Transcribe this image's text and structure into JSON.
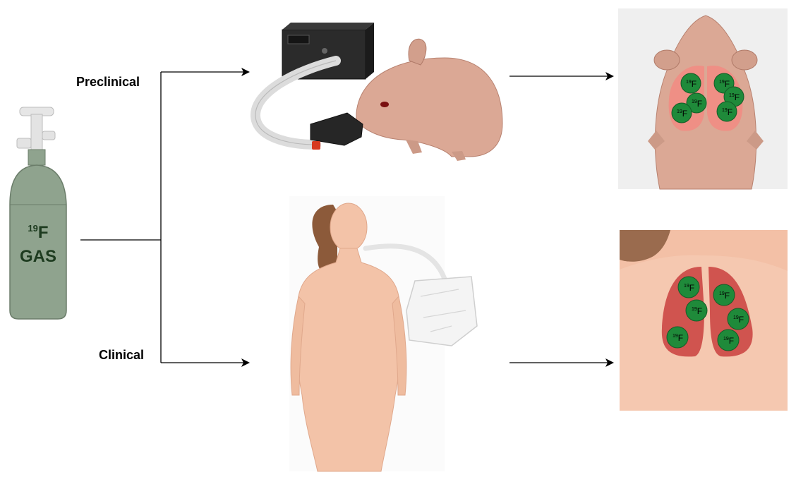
{
  "cylinder": {
    "isotope_sup": "19",
    "isotope_el": "F",
    "gas_label": "GAS"
  },
  "branches": {
    "preclinical": "Preclinical",
    "clinical": "Clinical"
  },
  "marker": {
    "sup": "19",
    "el": "F"
  },
  "colors": {
    "cylinder": "#8fa38e",
    "marker": "#1f8a3a",
    "rat_lung": "#ef8f85",
    "human_lung": "#d0544f",
    "skin": "#f3c3a8"
  }
}
